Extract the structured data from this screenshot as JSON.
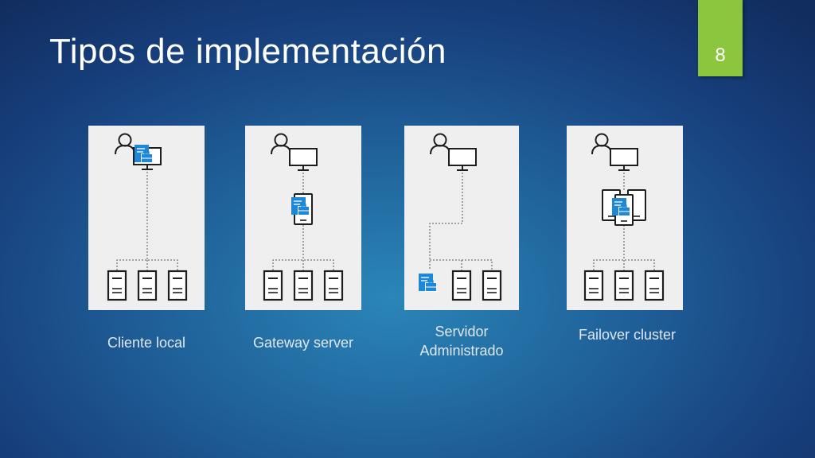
{
  "slide": {
    "title": "Tipos de implementación",
    "number": "8"
  },
  "panels": [
    {
      "label_lines": [
        "Cliente local"
      ]
    },
    {
      "label_lines": [
        "Gateway server"
      ]
    },
    {
      "label_lines": [
        "Servidor",
        "Administrado"
      ]
    },
    {
      "label_lines": [
        "Failover cluster"
      ]
    }
  ],
  "colors": {
    "accent_green": "#8cc63f",
    "panel_bg": "#efefef",
    "icon_stroke": "#1e1e1e",
    "gateway_blue": "#1e88d6"
  },
  "icons": [
    "user-icon",
    "monitor-icon",
    "gateway-icon",
    "server-icon"
  ]
}
